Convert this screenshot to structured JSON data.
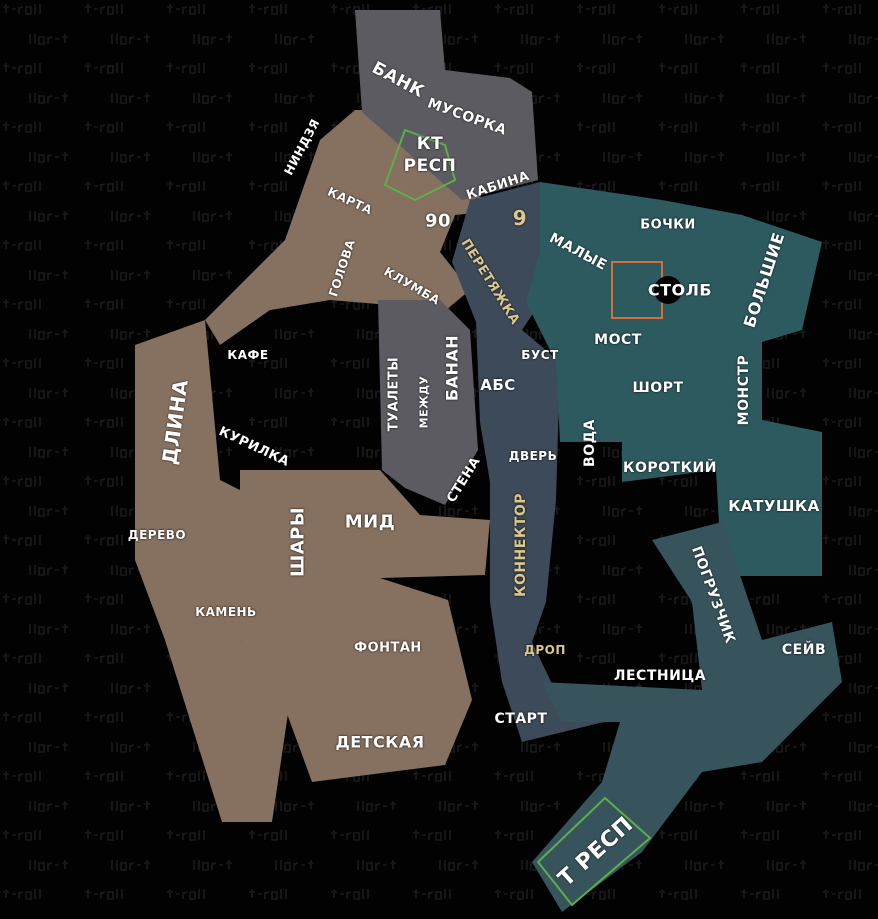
{
  "watermark": "t-r011",
  "colors": {
    "brown": "#86705f",
    "gray": "#5b5b61",
    "blue": "#3d4a59",
    "teal": "#2d5a5f",
    "gold": "#dcc78c"
  },
  "callouts": {
    "bank": "БАНК",
    "trash": "МУСОРКА",
    "ct_spawn_1": "КТ",
    "ct_spawn_2": "РЕСП",
    "ninja": "НИНДЗЯ",
    "cabin": "КАБИНА",
    "map": "КАРТА",
    "ninety": "90",
    "nine": "9",
    "head": "ГОЛОВА",
    "pull": "ПЕРЕТЯЖКА",
    "small": "МАЛЫЕ",
    "barrels": "БОЧКИ",
    "pillar": "СТОЛБ",
    "big": "БОЛЬШИЕ",
    "flowerbed": "КЛУМБА",
    "cafe": "КАФЕ",
    "bridge": "МОСТ",
    "boost": "БУСТ",
    "long": "ДЛИНА",
    "toilets": "ТУАЛЕТЫ",
    "between": "МЕЖДУ",
    "banana": "БАНАН",
    "abs": "АБС",
    "short": "ШОРТ",
    "monster": "МОНСТР",
    "smoking": "КУРИЛКА",
    "door": "ДВЕРЬ",
    "water": "ВОДА",
    "shorter": "КОРОТКИЙ",
    "wall": "СТЕНА",
    "tree": "ДЕРЕВО",
    "balls": "ШАРЫ",
    "mid": "МИД",
    "connector": "КОННЕКТОР",
    "spool": "КАТУШКА",
    "loader": "ПОГРУЗЧИК",
    "stone": "КАМЕНЬ",
    "fountain": "ФОНТАН",
    "drop": "ДРОП",
    "save": "СЕЙВ",
    "stairs": "ЛЕСТНИЦА",
    "start": "СТАРТ",
    "playground": "ДЕТСКАЯ",
    "t_spawn": "Т РЕСП"
  }
}
